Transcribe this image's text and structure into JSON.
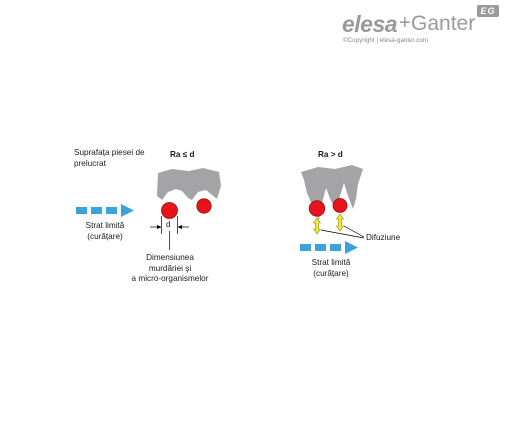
{
  "header": {
    "brand_left": "elesa",
    "brand_plus": "+",
    "brand_right": "Ganter",
    "badge_letters": "EG",
    "copyright": "©Copyright | elesa-ganter.com"
  },
  "left_diagram": {
    "surface_label": "Suprafața piesei de prelucrat",
    "condition": "Ra ≤ d",
    "d_symbol": "d",
    "boundary_layer_label_line1": "Strat limită",
    "boundary_layer_label_line2": "(curățare)",
    "dimension_label_line1": "Dimensiunea",
    "dimension_label_line2": "murdăriei şi",
    "dimension_label_line3": "a micro-organismelor"
  },
  "right_diagram": {
    "condition": "Ra > d",
    "diffusion_label": "Difuziune",
    "boundary_layer_label_line1": "Strat limită",
    "boundary_layer_label_line2": "(curățare)"
  },
  "colors": {
    "surface_gray": "#a4a4a6",
    "particle_red": "#e8131b",
    "flow_blue": "#3aa3dc",
    "diffusion_yellow": "#f2ea2a",
    "logo_gray": "#9a9a9a"
  }
}
